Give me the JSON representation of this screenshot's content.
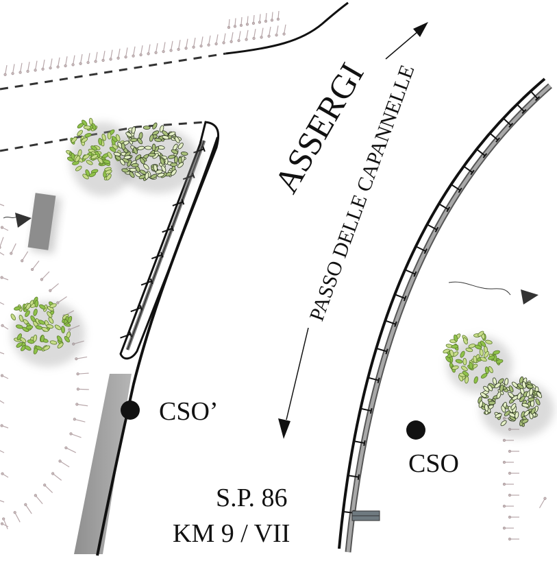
{
  "labels": {
    "direction_north": "ASSERGI",
    "direction_south": "PASSO DELLE CAPANNELLE",
    "point_left": "CSO’",
    "point_right": "CSO",
    "road_code": "S.P. 86",
    "road_km": "KM 9 / VII"
  },
  "colors": {
    "ink": "#111111",
    "rail_grey": "#8c8c8c",
    "shoulder_grey": "#9a9a9a",
    "foliage_light": "#b9d27a",
    "foliage_dark": "#5a7a2a",
    "grass_tick": "#c9b9bb"
  }
}
